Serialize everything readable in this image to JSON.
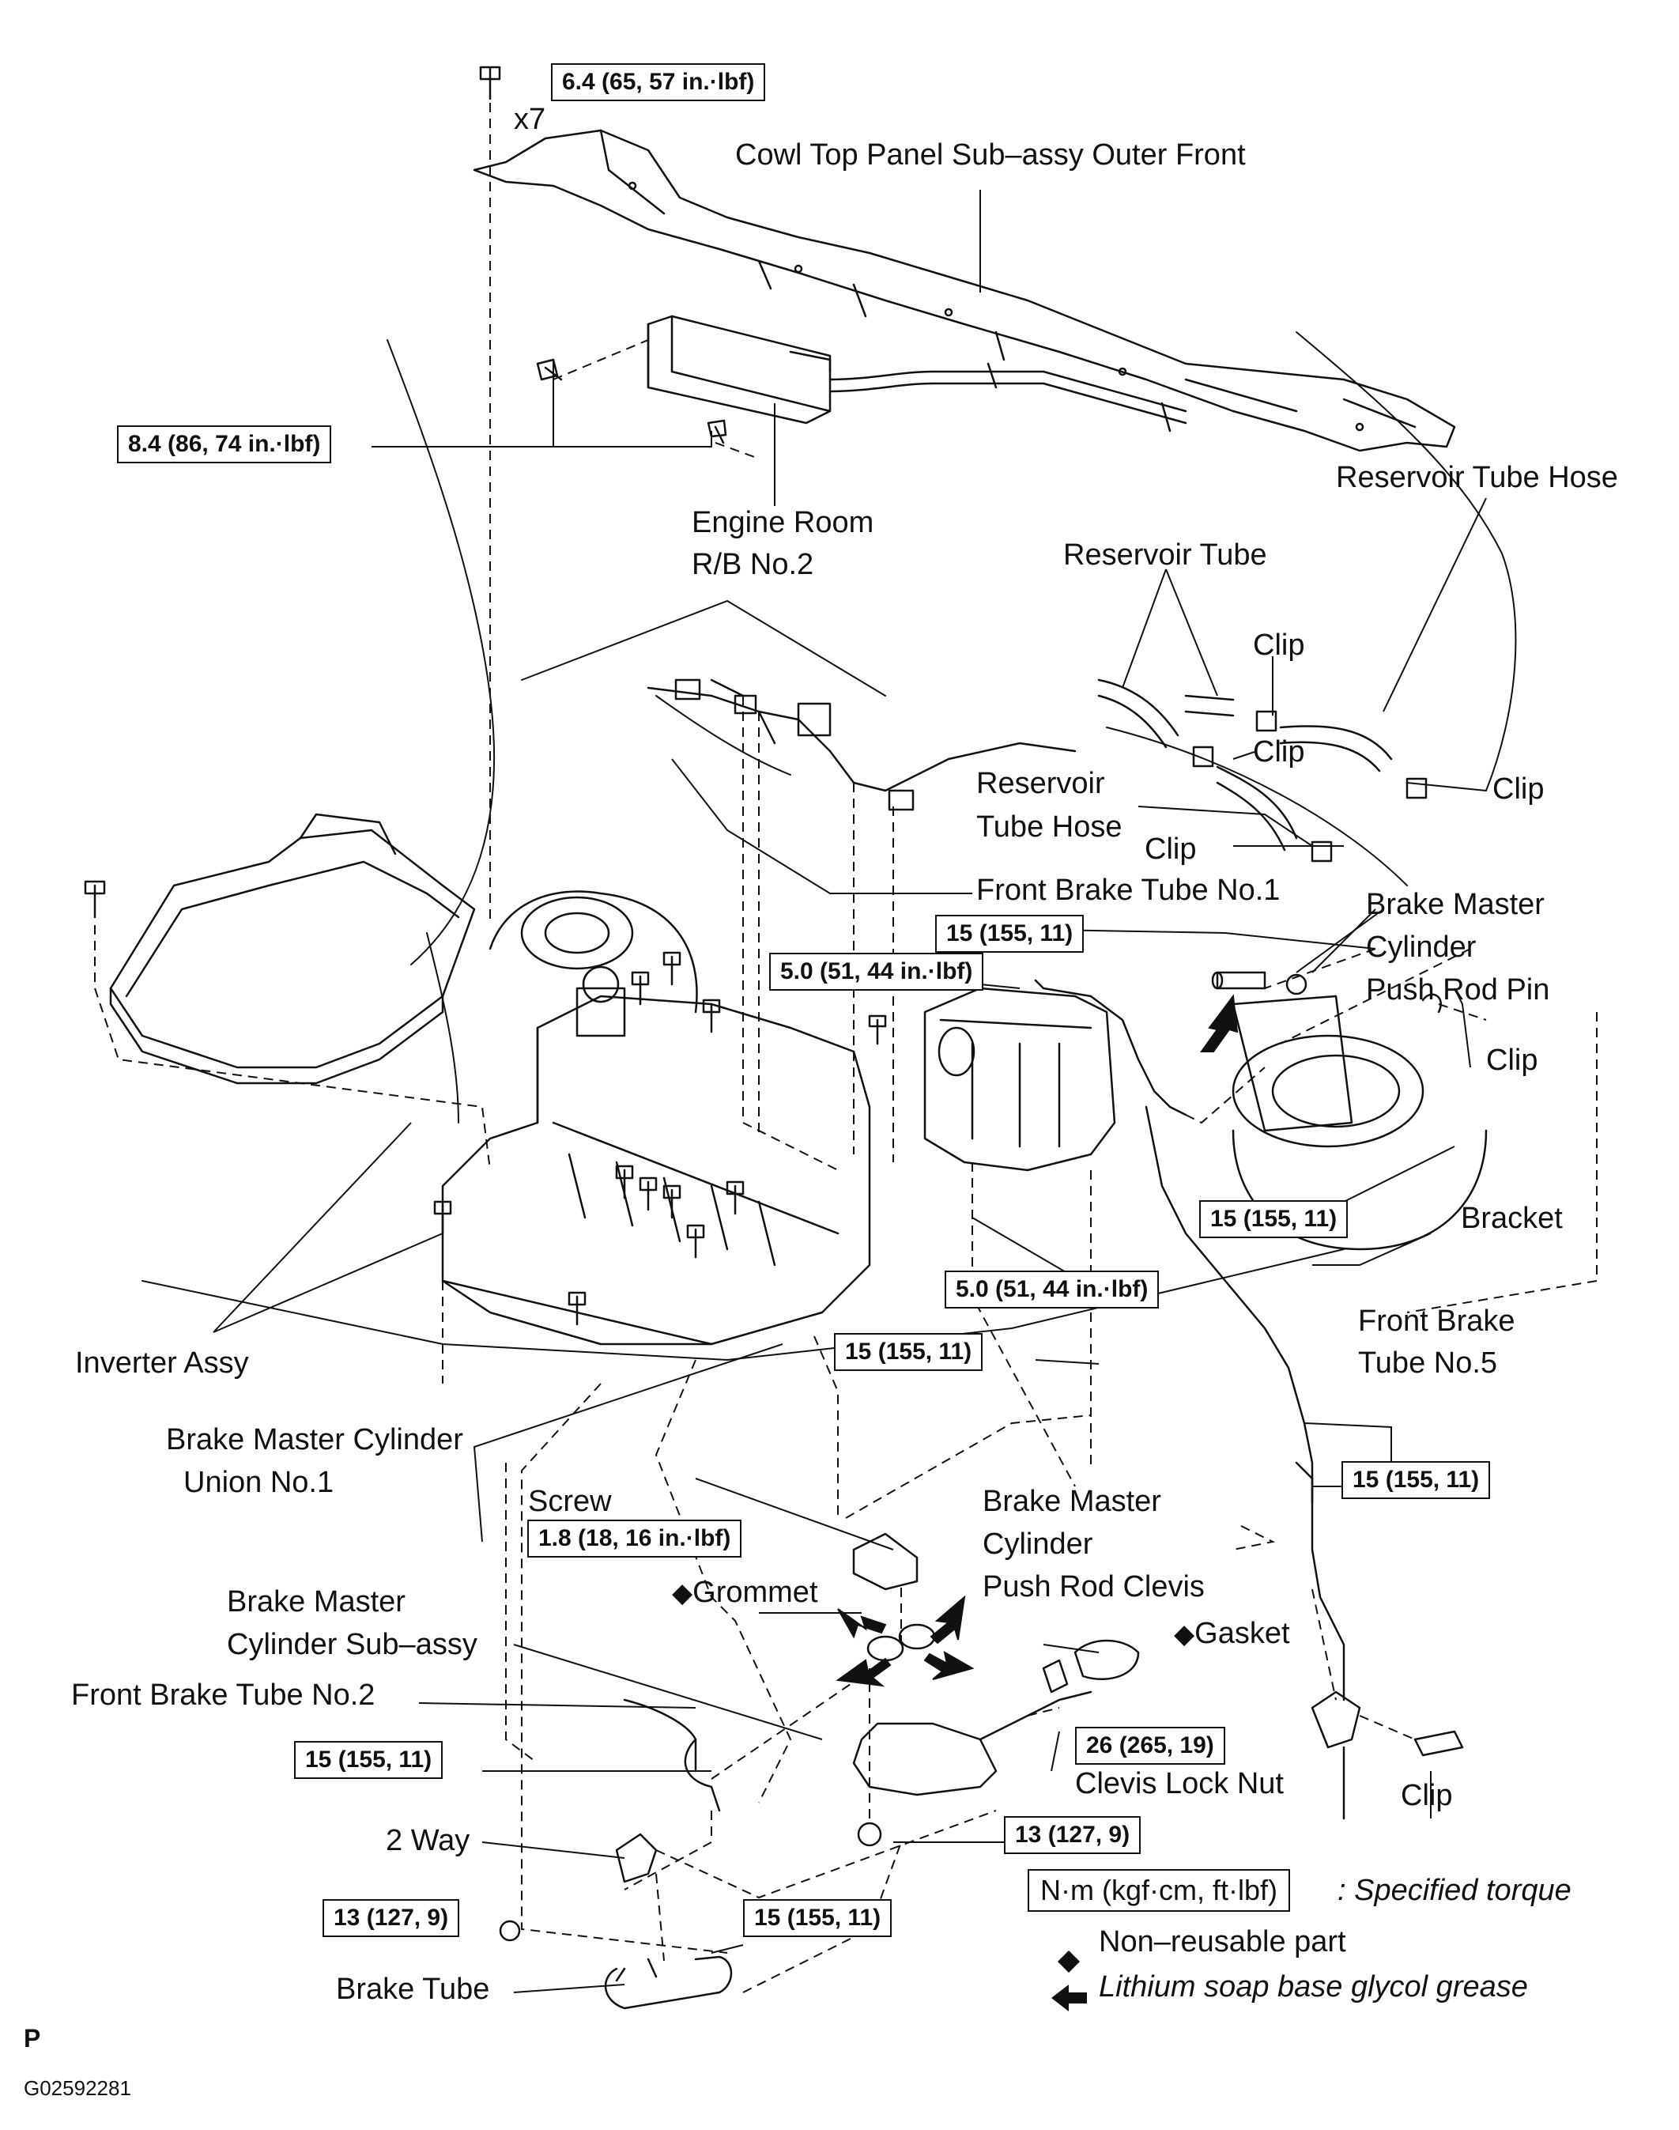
{
  "labels": {
    "cowl_top": "Cowl Top Panel Sub–assy Outer Front",
    "x7": "x7",
    "engine_room_1": "Engine  Room",
    "engine_room_2": "R/B No.2",
    "reservoir_tube_hose_top": "Reservoir Tube Hose",
    "reservoir_tube": "Reservoir Tube",
    "clip_1": "Clip",
    "clip_2": "Clip",
    "clip_3": "Clip",
    "clip_4": "Clip",
    "clip_5": "Clip",
    "clip_6": "Clip",
    "reservoir_1": "Reservoir",
    "reservoir_2": "Tube Hose",
    "front_brake_no1": "Front Brake Tube No.1",
    "bmc_pin_1": "Brake Master",
    "bmc_pin_2": "Cylinder",
    "bmc_pin_3": "Push Rod Pin",
    "bracket": "Bracket",
    "front_brake_no5_1": "Front Brake",
    "front_brake_no5_2": "Tube No.5",
    "inverter": "Inverter Assy",
    "union_1": "Brake Master Cylinder",
    "union_2": "Union No.1",
    "screw": "Screw",
    "clevis_1": "Brake Master",
    "clevis_2": "Cylinder",
    "clevis_3": "Push Rod Clevis",
    "grommet": "Grommet",
    "gasket": "Gasket",
    "sub_assy_1": "Brake Master",
    "sub_assy_2": "Cylinder Sub–assy",
    "front_brake_no2": "Front Brake Tube No.2",
    "clevis_nut": "Clevis Lock Nut",
    "two_way": "2 Way",
    "brake_tube": "Brake Tube",
    "page_letter": "P",
    "figure_code": "G02592281"
  },
  "torques": {
    "t1": "6.4 (65, 57 in.·lbf)",
    "t2": "8.4 (86, 74 in.·lbf)",
    "t3": "15 (155, 11)",
    "t4": "5.0 (51, 44 in.·lbf)",
    "t5": "15 (155, 11)",
    "t6": "5.0 (51, 44 in.·lbf)",
    "t7": "15 (155, 11)",
    "t8": "15 (155, 11)",
    "t9": "1.8 (18, 16 in.·lbf)",
    "t10": "26 (265, 19)",
    "t11": "15 (155, 11)",
    "t12": "13 (127, 9)",
    "t13": "13 (127, 9)",
    "t14": "15 (155, 11)"
  },
  "legend": {
    "unit_box": "N·m (kgf·cm, ft·lbf)",
    "unit_desc": ": Specified torque",
    "nonreusable": "Non–reusable part",
    "grease": "Lithium soap base glycol grease"
  }
}
